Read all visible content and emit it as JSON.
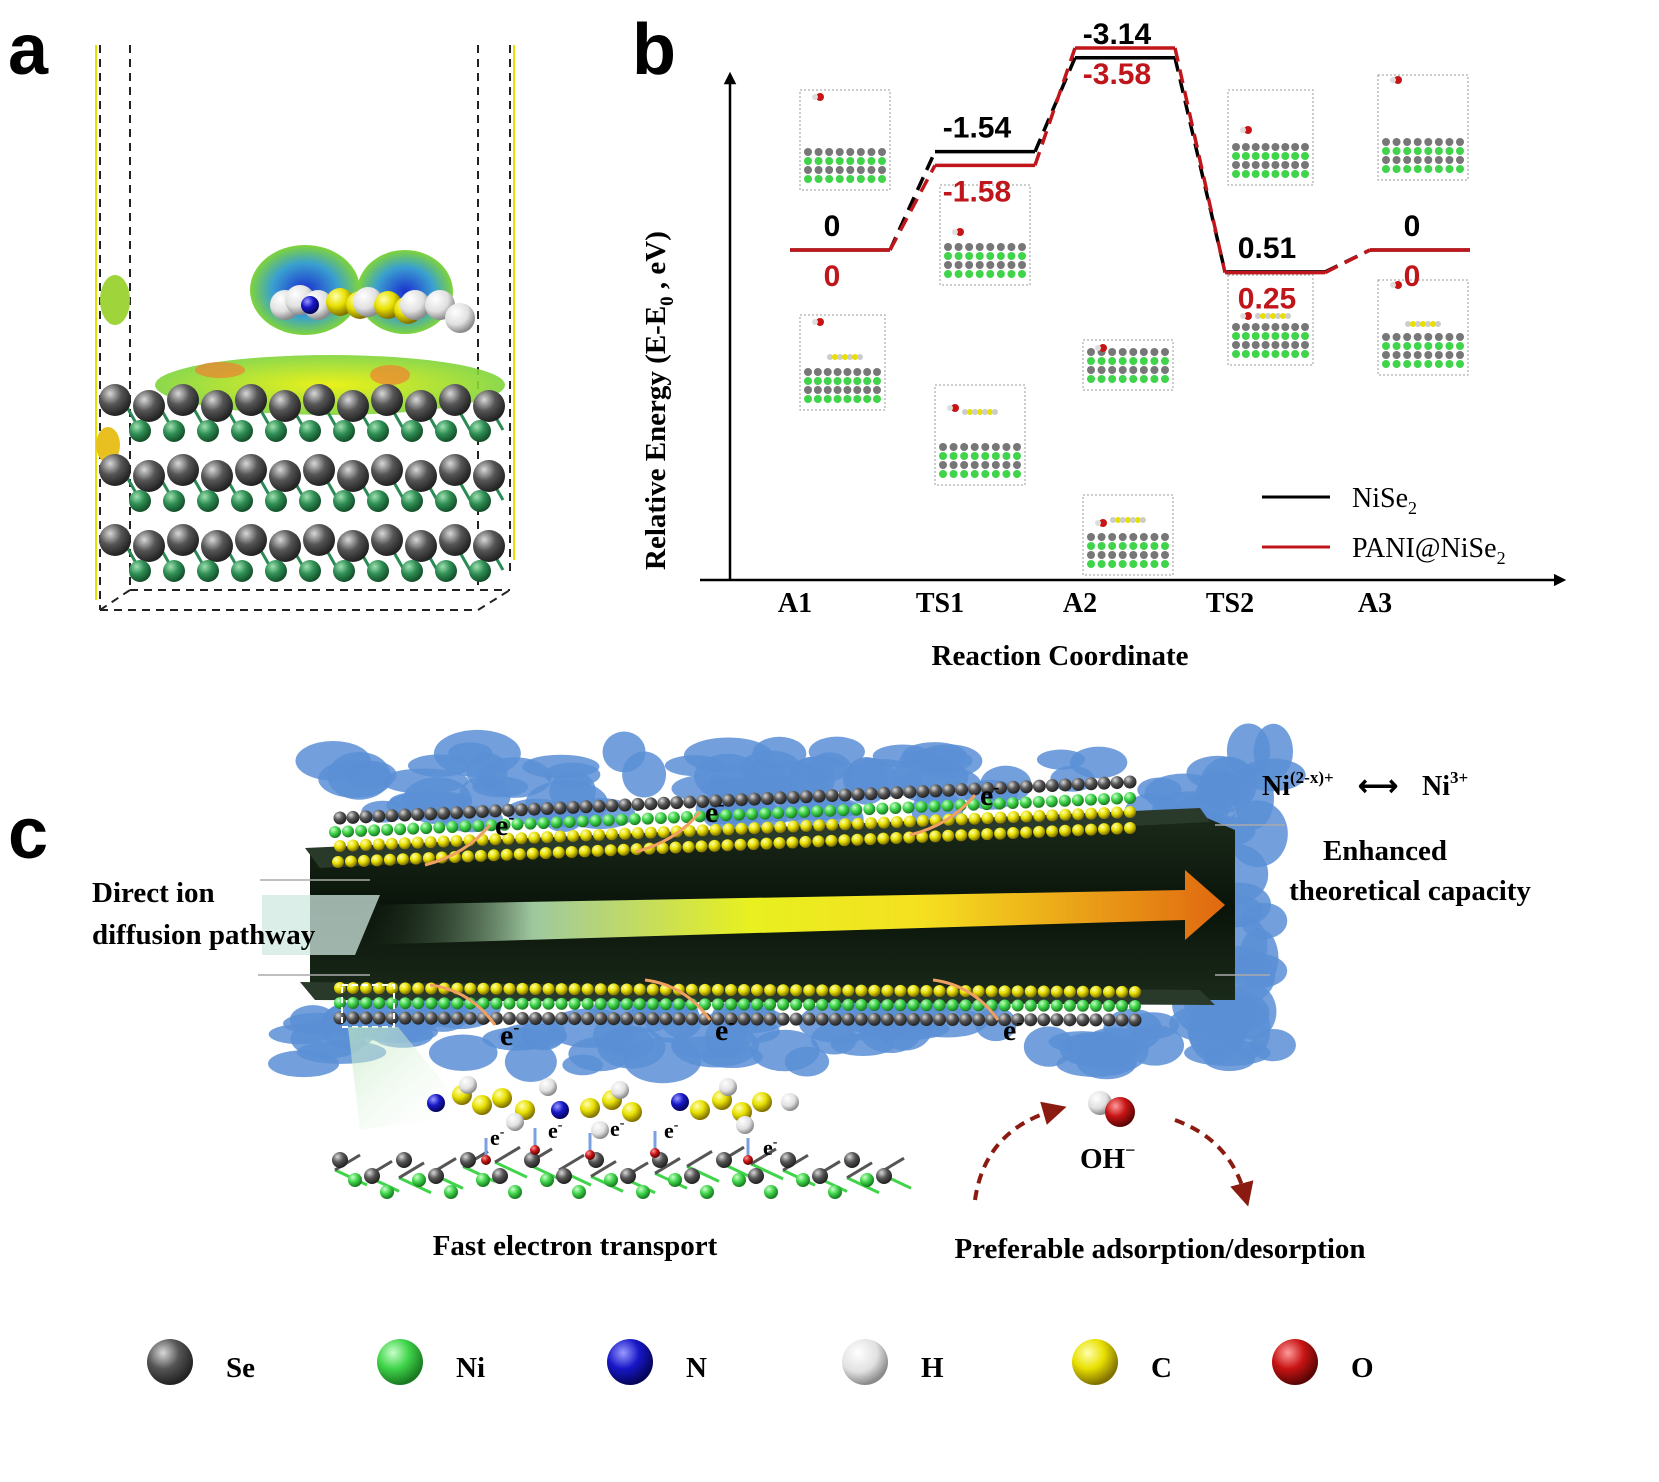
{
  "panels": {
    "a": "a",
    "b": "b",
    "c": "c"
  },
  "colors": {
    "nise2": "#000000",
    "pani": "#c0161b",
    "tube": "#0d1a0d",
    "cloud": "#5b8fd6",
    "arrow_dark": "#8b1a10"
  },
  "chart_data": {
    "type": "line",
    "ylabel_main": "Relative Energy  (E-E",
    "ylabel_sub": "0",
    "ylabel_end": " , eV)",
    "xlabel": "Reaction Coordinate",
    "categories": [
      "A1",
      "TS1",
      "A2",
      "TS2",
      "A3"
    ],
    "series": [
      {
        "name": "NiSe",
        "name_sub": "2",
        "key": "nise2",
        "values": [
          0,
          -1.54,
          -3.14,
          0.51,
          0
        ],
        "labels": [
          "0",
          "-1.54",
          "-3.14",
          "0.51",
          "0"
        ]
      },
      {
        "name": "PANI@NiSe",
        "name_sub": "2",
        "key": "pani",
        "values": [
          0,
          -1.58,
          -3.58,
          0.25,
          0
        ],
        "labels": [
          "0",
          "-1.58",
          "-3.58",
          "0.25",
          "0"
        ]
      }
    ]
  },
  "panel_c": {
    "ni_left": "Ni",
    "ni_left_sup": "(2-x)+",
    "ni_arrow": "⟷",
    "ni_right": "Ni",
    "ni_right_sup": "3+",
    "enhanced_1": "Enhanced",
    "enhanced_2": "theoretical capacity",
    "direct_1": "Direct ion",
    "direct_2": "diffusion pathway",
    "electron": "e",
    "electron_sup": "-",
    "oh": "OH",
    "oh_sup": "−",
    "fast": "Fast electron transport",
    "preferable": "Preferable adsorption/desorption"
  },
  "legend_atoms": [
    {
      "label": "Se",
      "color": "#5a5a5a"
    },
    {
      "label": "Ni",
      "color": "#3fd44a"
    },
    {
      "label": "N",
      "color": "#1717c8"
    },
    {
      "label": "H",
      "color": "#e8e8e8"
    },
    {
      "label": "C",
      "color": "#e8e000"
    },
    {
      "label": "O",
      "color": "#c81414"
    }
  ]
}
